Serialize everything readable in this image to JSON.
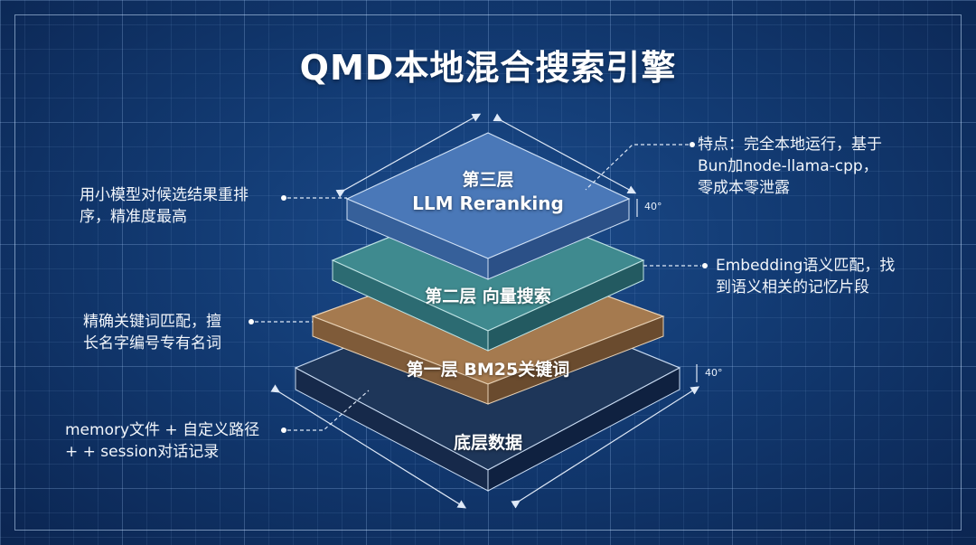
{
  "title": "QMD本地混合搜索引擎",
  "layers": [
    {
      "name": "第三层",
      "subtitle": "LLM Reranking",
      "color": "#4a78b8"
    },
    {
      "name": "第二层 向量搜索",
      "color": "#3f8a8f"
    },
    {
      "name": "第一层 BM25关键词",
      "color": "#a57a4f"
    },
    {
      "name": "底层数据",
      "color": "#1e3659"
    }
  ],
  "annotations": {
    "left_top": [
      "用小模型对候选结果重排",
      "序，精准度最高"
    ],
    "right_top": [
      "特点：完全本地运行，基于",
      "Bun加node-llama-cpp，",
      "零成本零泄露"
    ],
    "right_mid": [
      "Embedding语义匹配，找",
      "到语义相关的记忆片段"
    ],
    "left_mid": [
      "精确关键词匹配，擅",
      "长名字编号专有名词"
    ],
    "left_bottom": [
      "memory文件 + 自定义路径",
      "+ + session对话记录"
    ]
  },
  "angles": {
    "top": "40°",
    "bottom": "40°"
  }
}
